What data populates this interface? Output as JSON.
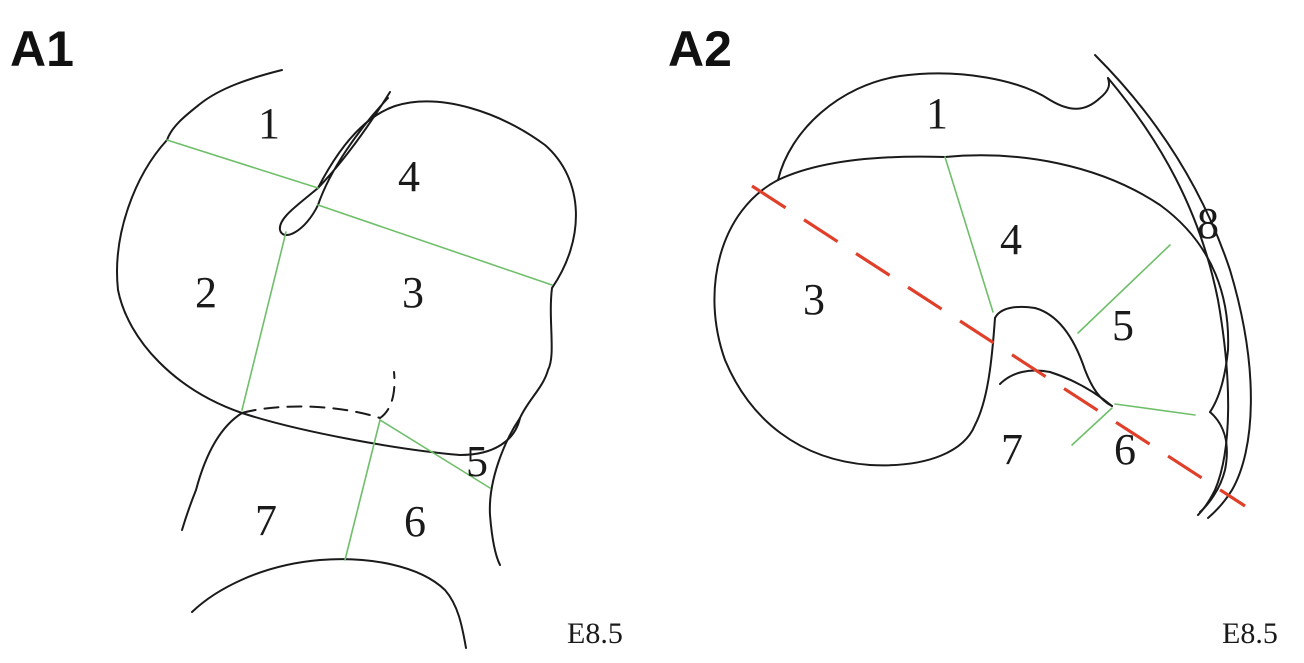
{
  "panels": [
    {
      "label": "A1",
      "stage": "E8.5",
      "regions": [
        "1",
        "2",
        "3",
        "4",
        "5",
        "6",
        "7"
      ]
    },
    {
      "label": "A2",
      "stage": "E8.5",
      "regions": [
        "1",
        "3",
        "4",
        "5",
        "6",
        "7",
        "8"
      ]
    }
  ],
  "colors": {
    "outline": "#1a1a1a",
    "region_boundary": "#6fbf6a",
    "cut_line": "#e0402a"
  }
}
